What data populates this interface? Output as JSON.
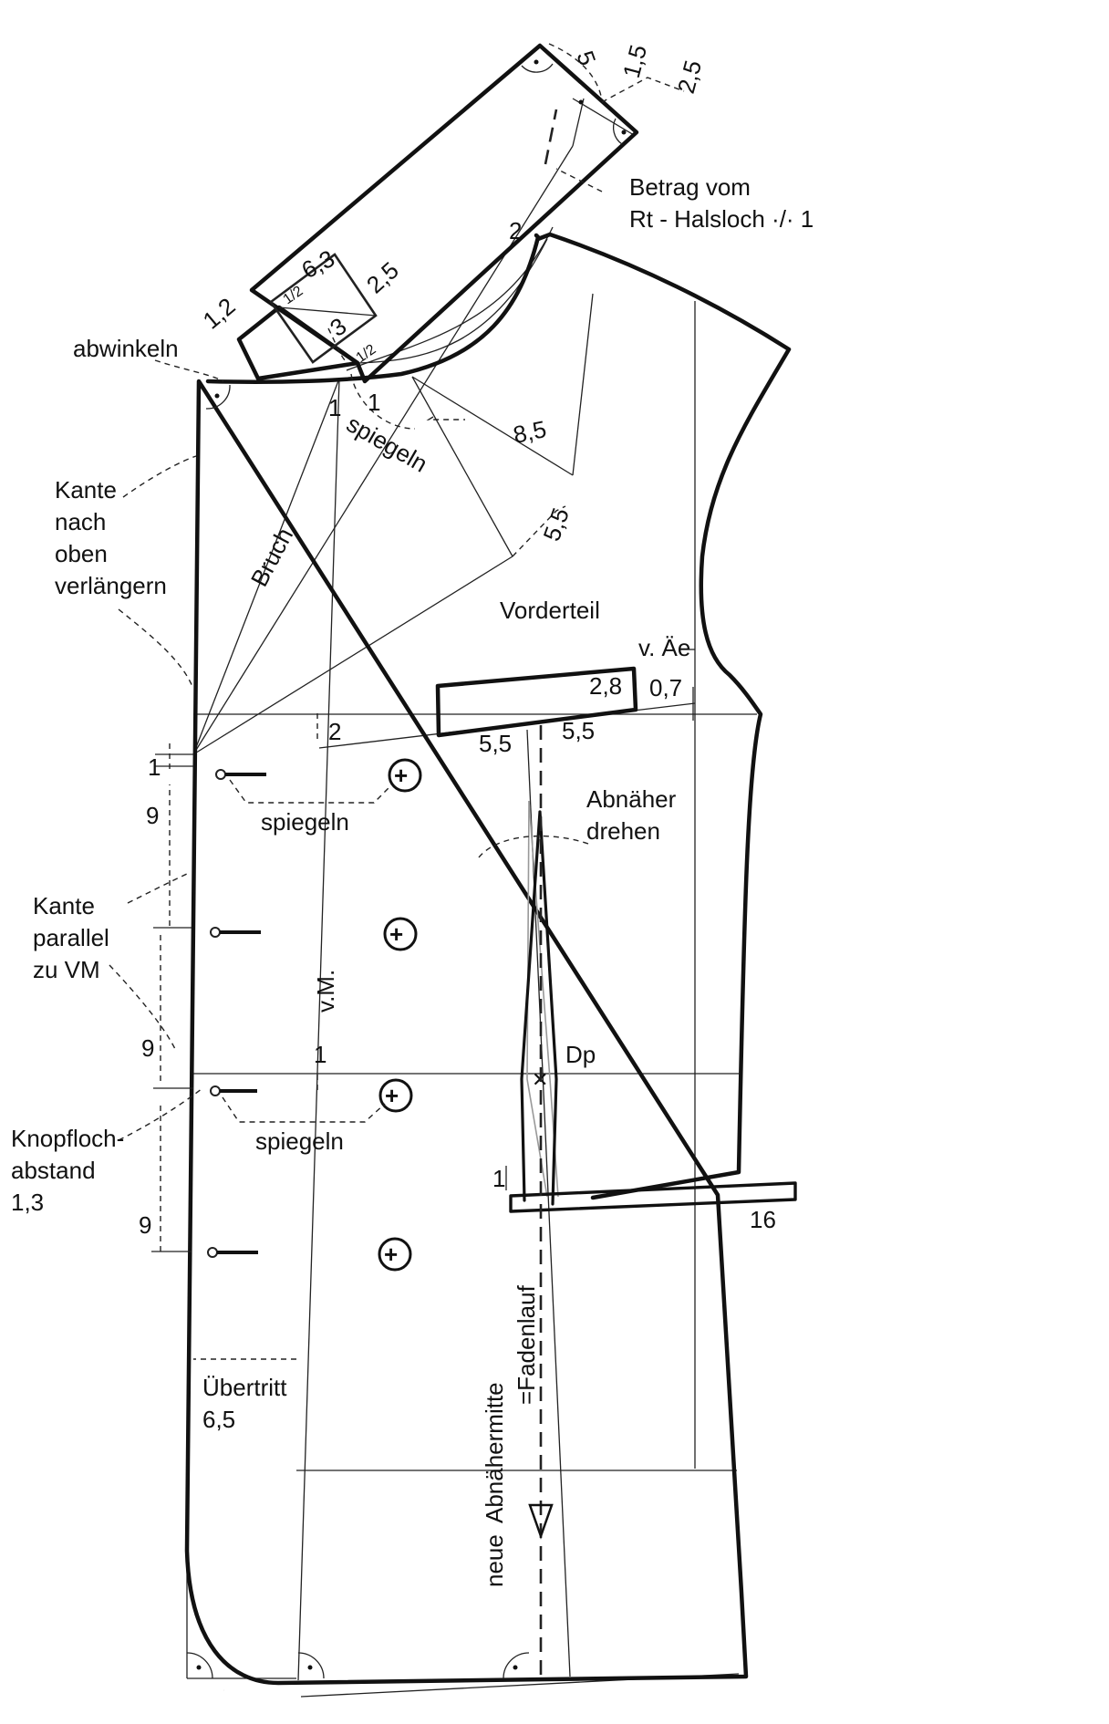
{
  "labels": {
    "abwinkeln": "abwinkeln",
    "kante_nach_oben": [
      "Kante",
      "nach",
      "oben",
      "verlängern"
    ],
    "betrag_vom": [
      "Betrag vom",
      "Rt - Halsloch ·/· 1"
    ],
    "spiegeln": "spiegeln",
    "bruch": "Bruch",
    "vorderteil": "Vorderteil",
    "v_ae": "v. Äe",
    "abnaeher_drehen": [
      "Abnäher",
      "drehen"
    ],
    "kante_parallel": [
      "Kante",
      "parallel",
      "zu VM"
    ],
    "knopfloch_abstand": [
      "Knopfloch-",
      "abstand",
      "1,3"
    ],
    "vm": "v.M.",
    "dp": "Dp",
    "uebertritt": [
      "Übertritt",
      "6,5"
    ],
    "abnaehermitte": [
      "neue",
      "Abnähermitte",
      "=Fadenlauf"
    ]
  },
  "measurements": {
    "collar_5": "5",
    "collar_1_5": "1,5",
    "collar_2_5_top": "2,5",
    "collar_2": "2",
    "stand_6_3": "6,3",
    "stand_half_a": "1/2",
    "stand_2_5": "2,5",
    "stand_3": "3",
    "stand_half_b": "1/2",
    "stand_1_2": "1,2",
    "one_a": "1",
    "one_b": "1",
    "m_8_5": "8,5",
    "m_5_5_lapel": "5,5",
    "pocket_2_8": "2,8",
    "pocket_0_7": "0,7",
    "pocket_5_5_left": "5,5",
    "pocket_5_5_right": "5,5",
    "m_2": "2",
    "m_1_top": "1",
    "m_9_a": "9",
    "m_9_b": "9",
    "m_9_c": "9",
    "m_1_waist": "1",
    "m_1_dart": "1",
    "m_16": "16"
  }
}
